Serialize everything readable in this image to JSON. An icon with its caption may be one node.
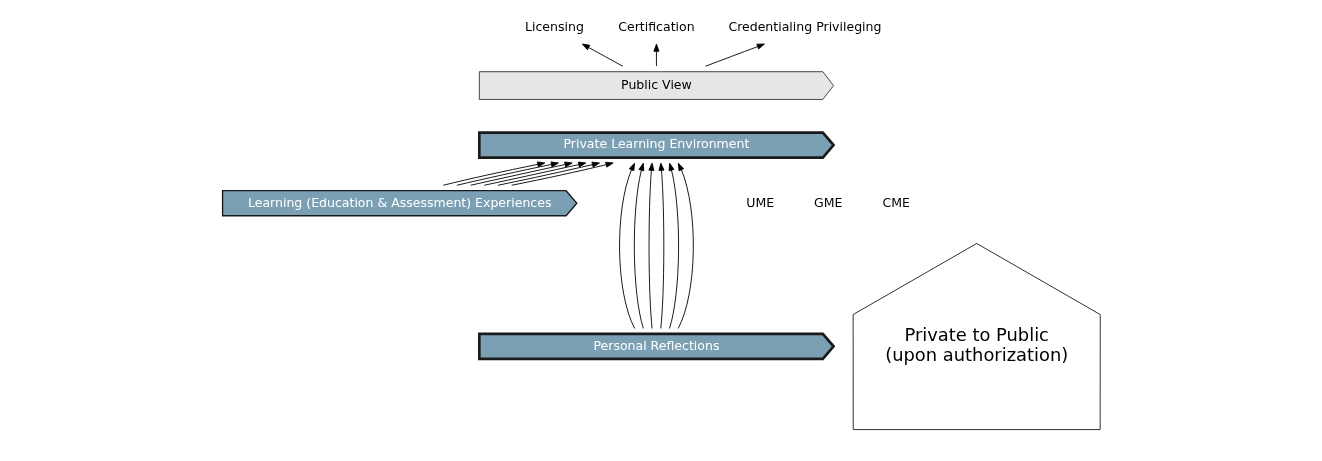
{
  "diagram": {
    "nodes": [
      {
        "text": [
          "Licensing"
        ]
      },
      {
        "text": [
          "Certification"
        ]
      },
      {
        "text": [
          "Credentialing Privileging"
        ]
      },
      {
        "text": [
          "Public View"
        ]
      },
      {
        "text": [
          "Private Learning Environment"
        ]
      },
      {
        "text": [
          "Learning (Education & Assessment) Experiences"
        ]
      },
      {
        "text": [
          "Personal Reflections"
        ]
      },
      {
        "text": [
          "Private to Public",
          "(upon authorization)"
        ]
      }
    ],
    "edges": [
      {
        "from": 3,
        "to": 0,
        "arrow": "to"
      },
      {
        "from": 3,
        "to": 1,
        "arrow": "to"
      },
      {
        "from": 3,
        "to": 2,
        "arrow": "to"
      },
      {
        "from": 5,
        "to": 4,
        "arrow": "to"
      },
      {
        "from": 6,
        "to": 4,
        "arrow": "to"
      },
      {
        "from": 5,
        "to": 4,
        "arrow": "to"
      },
      {
        "from": 6,
        "to": 4,
        "arrow": "to"
      },
      {
        "from": 5,
        "to": 4,
        "arrow": "to"
      },
      {
        "from": 6,
        "to": 4,
        "arrow": "to"
      },
      {
        "from": 5,
        "to": 4,
        "arrow": "to"
      },
      {
        "from": 6,
        "to": 4,
        "arrow": "to"
      },
      {
        "from": 5,
        "to": 4,
        "arrow": "to"
      },
      {
        "from": 6,
        "to": 4,
        "arrow": "to"
      },
      {
        "from": 5,
        "to": 4,
        "arrow": "to"
      },
      {
        "from": 6,
        "to": 4,
        "arrow": "to"
      }
    ],
    "labels": [
      "UME",
      "GME",
      "CME"
    ]
  }
}
